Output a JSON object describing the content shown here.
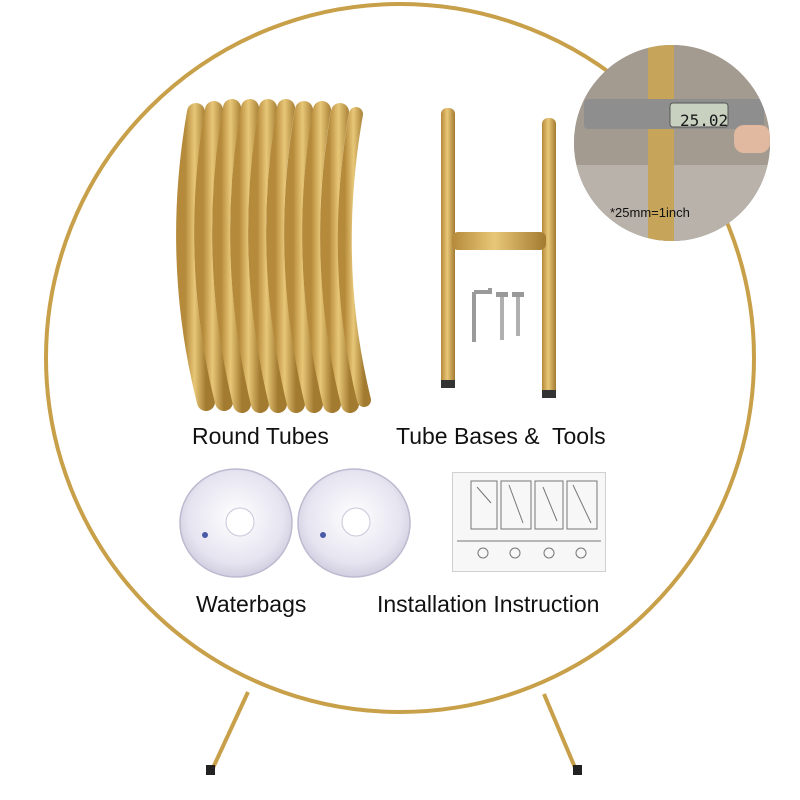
{
  "image": {
    "background": "#ffffff",
    "frame_color": "#c9a04a",
    "tube_color": "#d4b05c",
    "waterbag_color": "#eceaf4"
  },
  "labels": {
    "round_tubes": "Round Tubes",
    "tube_bases": "Tube Bases &  Tools",
    "waterbags": "Waterbags",
    "installation": "Installation Instruction"
  },
  "inset": {
    "caliper_reading": "25.02",
    "note": "*25mm=1inch"
  }
}
